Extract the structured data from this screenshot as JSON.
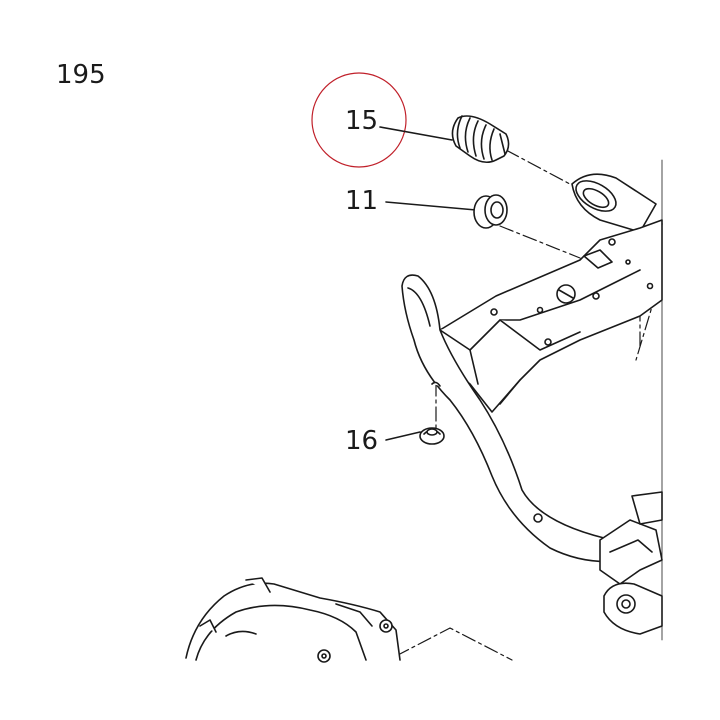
{
  "page_number": "195",
  "callouts": [
    {
      "number": "15",
      "part": "bellows-boot",
      "highlighted": true
    },
    {
      "number": "11",
      "part": "grommet"
    },
    {
      "number": "16",
      "part": "clip"
    }
  ],
  "colors": {
    "line": "#1a1a1a",
    "highlight": "#c0202a",
    "background": "#ffffff"
  }
}
